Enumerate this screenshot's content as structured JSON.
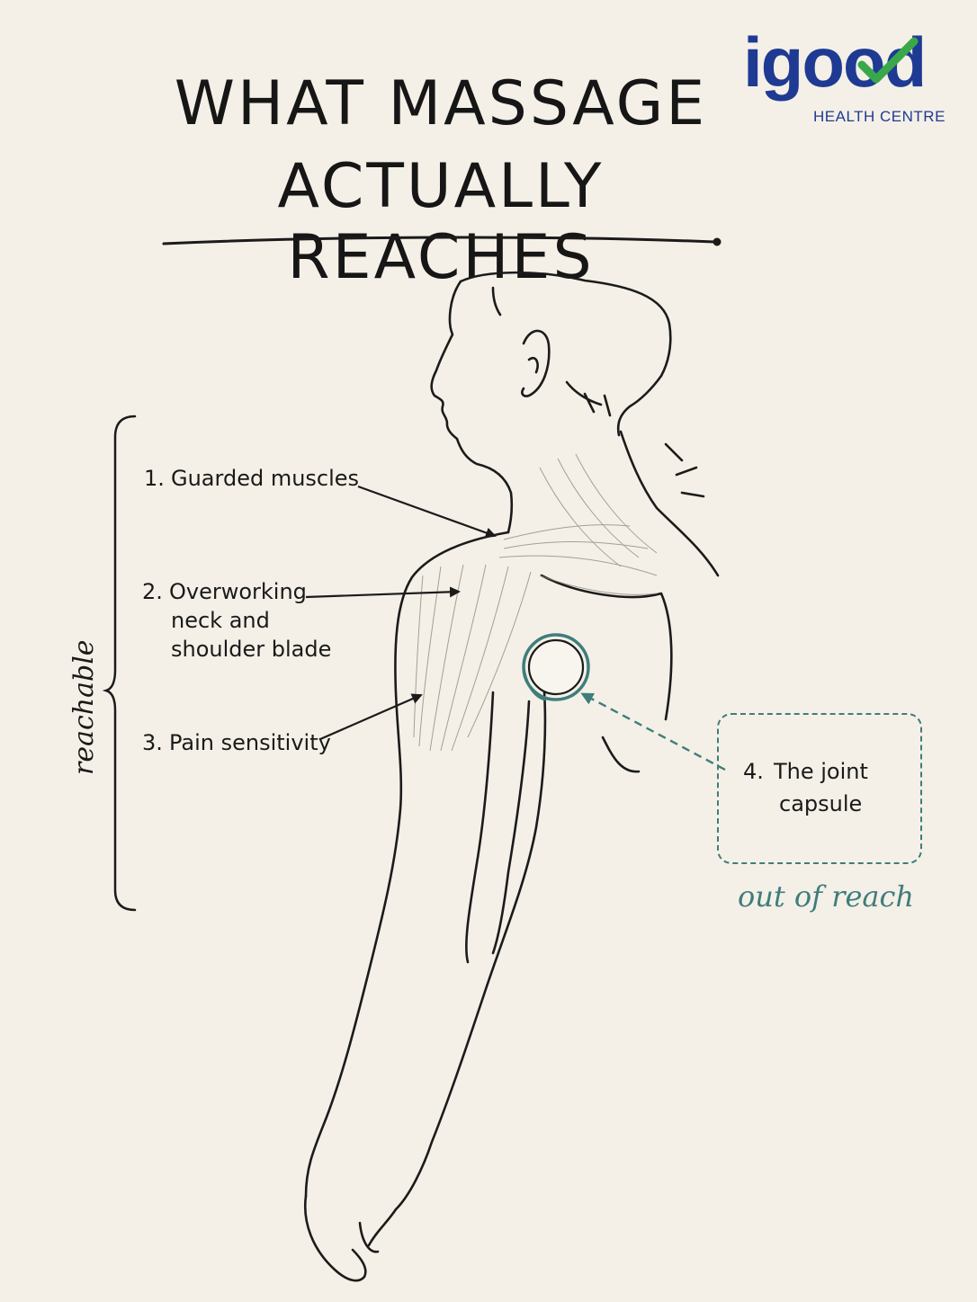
{
  "title": {
    "line1": "WHAT MASSAGE",
    "line2": "ACTUALLY REACHES"
  },
  "logo": {
    "word": "igood",
    "subtitle": "HEALTH CENTRE",
    "icon": "checkmark-icon",
    "brand_color": "#1f3a93",
    "check_color": "#3aa84a"
  },
  "reachable": {
    "group_label": "reachable",
    "items": [
      {
        "num": "1.",
        "lines": [
          "Guarded muscles"
        ]
      },
      {
        "num": "2.",
        "lines": [
          "Overworking",
          "neck and",
          "shoulder blade"
        ]
      },
      {
        "num": "3.",
        "lines": [
          "Pain sensitivity"
        ]
      }
    ]
  },
  "unreachable": {
    "num": "4.",
    "lines": [
      "The joint",
      "capsule"
    ],
    "group_label": "out of reach",
    "accent_color": "#3f7d7b"
  },
  "colors": {
    "background": "#f4f0e7",
    "ink": "#1b1b1b"
  }
}
